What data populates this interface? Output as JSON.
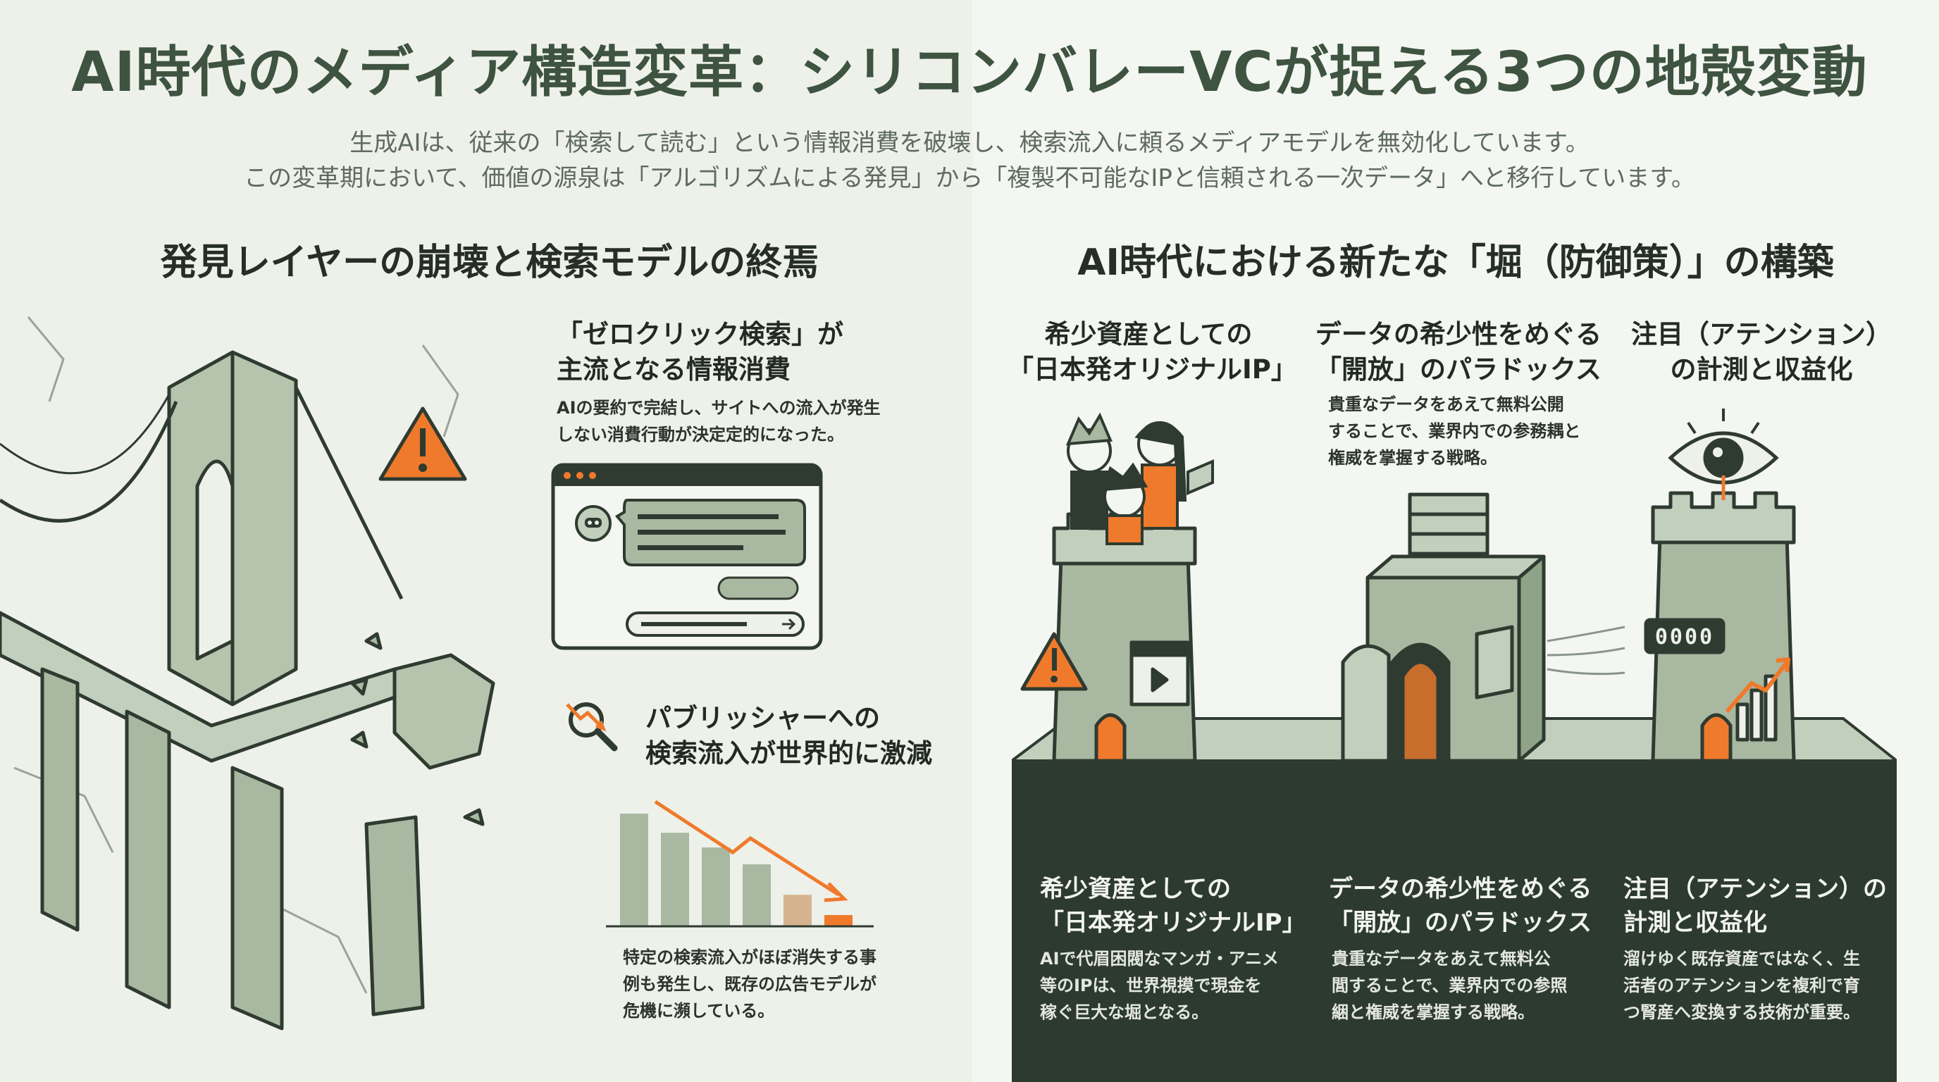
{
  "header": {
    "title": "AI時代のメディア構造変革：シリコンバレーVCが捉える3つの地殻変動",
    "subtitle_line1": "生成AIは、従来の「検索して読む」という情報消費を破壊し、検索流入に頼るメディアモデルを無効化しています。",
    "subtitle_line2": "この変革期において、価値の源泉は「アルゴリズムによる発見」から「複製不可能なIPと信頼される一次データ」へと移行しています。"
  },
  "left": {
    "section_title": "発見レイヤーの崩壊と検索モデルの終焉",
    "block1": {
      "title_line1": "「ゼロクリック検索」が",
      "title_line2": "主流となる情報消費",
      "text_line1": "AIの要約で完結し、サイトへの流入が発生",
      "text_line2": "しない消費行動が決定定的になった。"
    },
    "block2": {
      "title_line1": "パブリッシャーへの",
      "title_line2": "検索流入が世界的に激減",
      "text_line1": "特定の検索流入がほぼ消失する事",
      "text_line2": "例も発生し、既存の広告モデルが",
      "text_line3": "危機に瀕している。"
    },
    "chart_data": {
      "type": "bar",
      "values": [
        100,
        83,
        70,
        55,
        28,
        10
      ]
    }
  },
  "right": {
    "section_title": "AI時代における新たな「堀（防御策）」の構築",
    "top": [
      {
        "title_line1": "希少資産としての",
        "title_line2": "「日本発オリジナルIP」"
      },
      {
        "title_line1": "データの希少性をめぐる",
        "title_line2": "「開放」のパラドックス",
        "desc_line1": "貴重なデータをあえて無料公開",
        "desc_line2": "することで、業界内での参務耦と",
        "desc_line3": "権威を掌握する戦略。"
      },
      {
        "title_line1": "注目（アテンション）",
        "title_line2": "の計測と収益化"
      }
    ],
    "counter": "0000",
    "bottom": [
      {
        "title_line1": "希少資産としての",
        "title_line2": "「日本発オリジナルIP」",
        "text_line1": "AIで代眉困閥なマンガ・アニメ",
        "text_line2": "等のIPは、世界視摸で現金を",
        "text_line3": "稼ぐ巨大な堀となる。"
      },
      {
        "title_line1": "データの希少性をめぐる",
        "title_line2": "「開放」のパラドックス",
        "text_line1": "貴重なデータをあえて無料公",
        "text_line2": "閭することで、業界内での参照",
        "text_line3": "綑と権威を掌握する戦略。"
      },
      {
        "title_line1": "注目（アテンション）の",
        "title_line2": "計測と収益化",
        "text_line1": "溜けゆく既存資産ではなく、生",
        "text_line2": "活者のアテンションを複利で育",
        "text_line3": "つ腎産へ変換する技術が重要。"
      }
    ]
  },
  "colors": {
    "accent": "#ef7a2b",
    "dark": "#2c3a30",
    "sage": "#a9b9a1",
    "ink": "#2f3b31"
  }
}
